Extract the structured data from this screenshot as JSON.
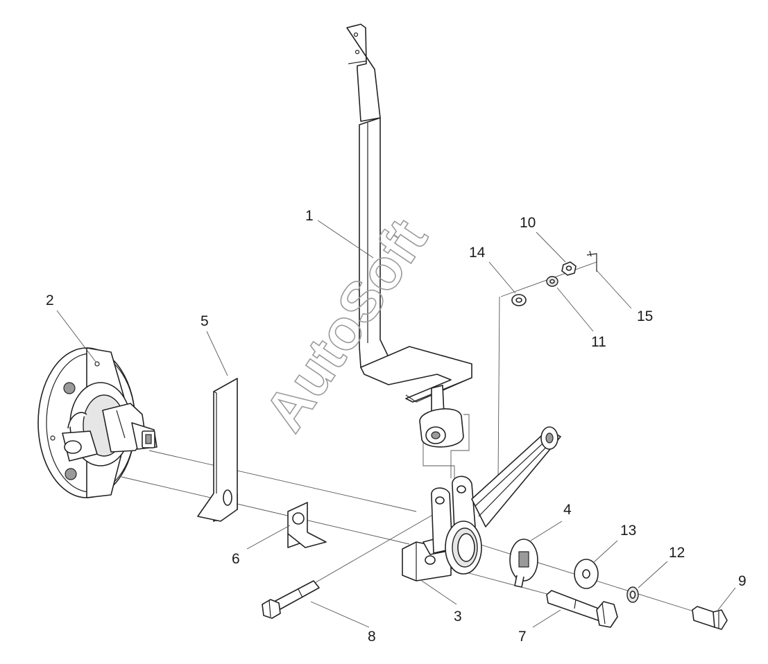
{
  "watermark": "AutoSoft",
  "callouts": [
    {
      "id": "1",
      "label": "1"
    },
    {
      "id": "2",
      "label": "2"
    },
    {
      "id": "3",
      "label": "3"
    },
    {
      "id": "4",
      "label": "4"
    },
    {
      "id": "5",
      "label": "5"
    },
    {
      "id": "6",
      "label": "6"
    },
    {
      "id": "7",
      "label": "7"
    },
    {
      "id": "8",
      "label": "8"
    },
    {
      "id": "9",
      "label": "9"
    },
    {
      "id": "10",
      "label": "10"
    },
    {
      "id": "11",
      "label": "11"
    },
    {
      "id": "12",
      "label": "12"
    },
    {
      "id": "13",
      "label": "13"
    },
    {
      "id": "14",
      "label": "14"
    },
    {
      "id": "15",
      "label": "15"
    }
  ]
}
